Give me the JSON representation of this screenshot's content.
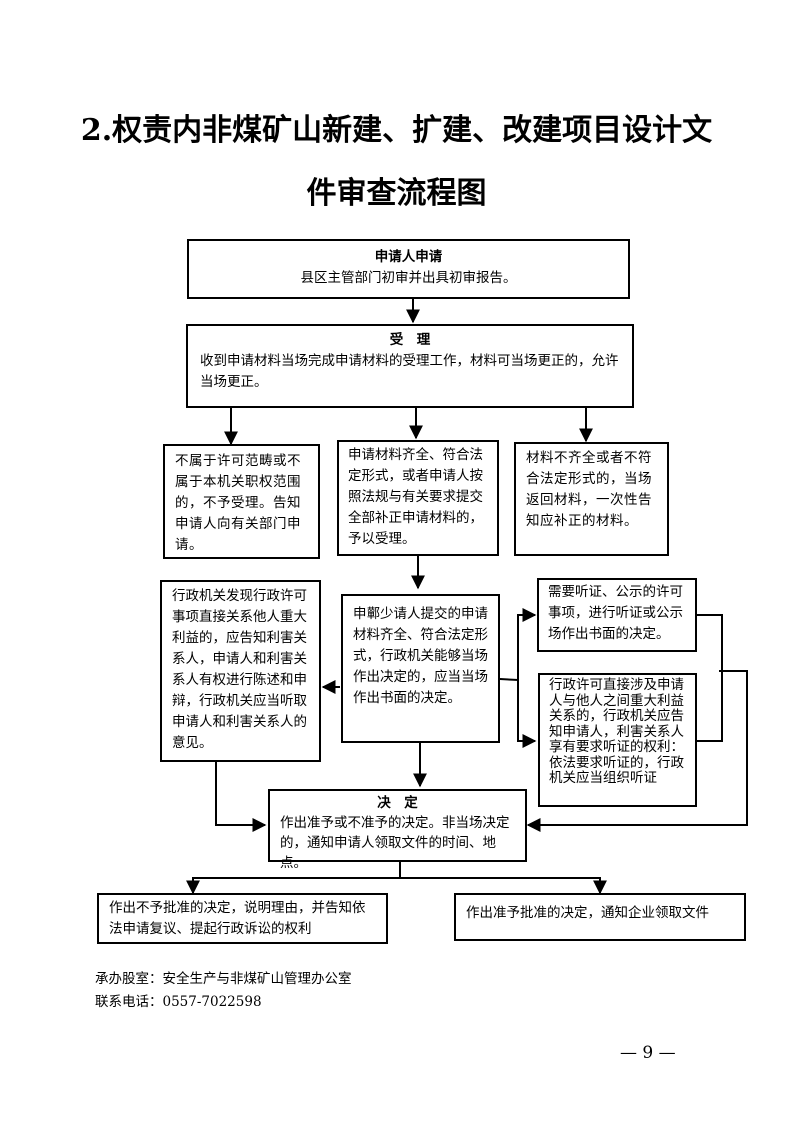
{
  "title": {
    "line1": "2.权责内非煤矿山新建、扩建、改建项目设计文",
    "line2": "件审查流程图"
  },
  "flowchart": {
    "apply": {
      "heading": "申请人申请",
      "text": "县区主管部门初审并出具初审报告。"
    },
    "accept": {
      "heading": "受　理",
      "text": "收到申请材料当场完成申请材料的受理工作，材料可当场更正的，允许当场更正。"
    },
    "reject_scope": {
      "text": "不属于许可范畴或不属于本机关职权范围的，不予受理。告知申请人向有关部门申请。"
    },
    "accept_complete": {
      "text": "申请材料齐全、符合法定形式，或者申请人按照法规与有关要求提交全部补正申请材料的，予以受理。"
    },
    "incomplete": {
      "text": "材料不齐全或者不符合法定形式的，当场返回材料，一次性告知应补正的材料。"
    },
    "third_party": {
      "text": "行政机关发现行政许可事项直接关系他人重大利益的，应告知利害关系人，申请人和利害关系人有权进行陈述和申辩，行政机关应当听取申请人和利害关系人的意见。"
    },
    "onsite_decision": {
      "text": "申鄿少请人提交的申请材料齐全、符合法定形式，行政机关能够当场作出决定的，应当当场作出书面的决定。"
    },
    "hearing_public": {
      "text": "需要听证、公示的许可事项，进行听证或公示场作出书面的决定。"
    },
    "hearing_rights": {
      "text": "行政许可直接涉及申请人与他人之间重大利益关系的，行政机关应告知申请人，利害关系人享有要求听证的权利：依法要求听证的，行政机关应当组织听证"
    },
    "decision": {
      "heading": "决　定",
      "text": "作出准予或不准予的决定。非当场决定的，通知申请人领取文件的时间、地点。"
    },
    "deny": {
      "text": "作出不予批准的决定，说明理由，并告知依法申请复议、提起行政诉讼的权利"
    },
    "approve": {
      "text": "作出准予批准的决定，通知企业领取文件"
    }
  },
  "footer": {
    "office_label": "承办股室：",
    "office": "安全生产与非煤矿山管理办公室",
    "phone_label": "联系电话：",
    "phone": "0557-7022598"
  },
  "page_number": "— 9 —"
}
